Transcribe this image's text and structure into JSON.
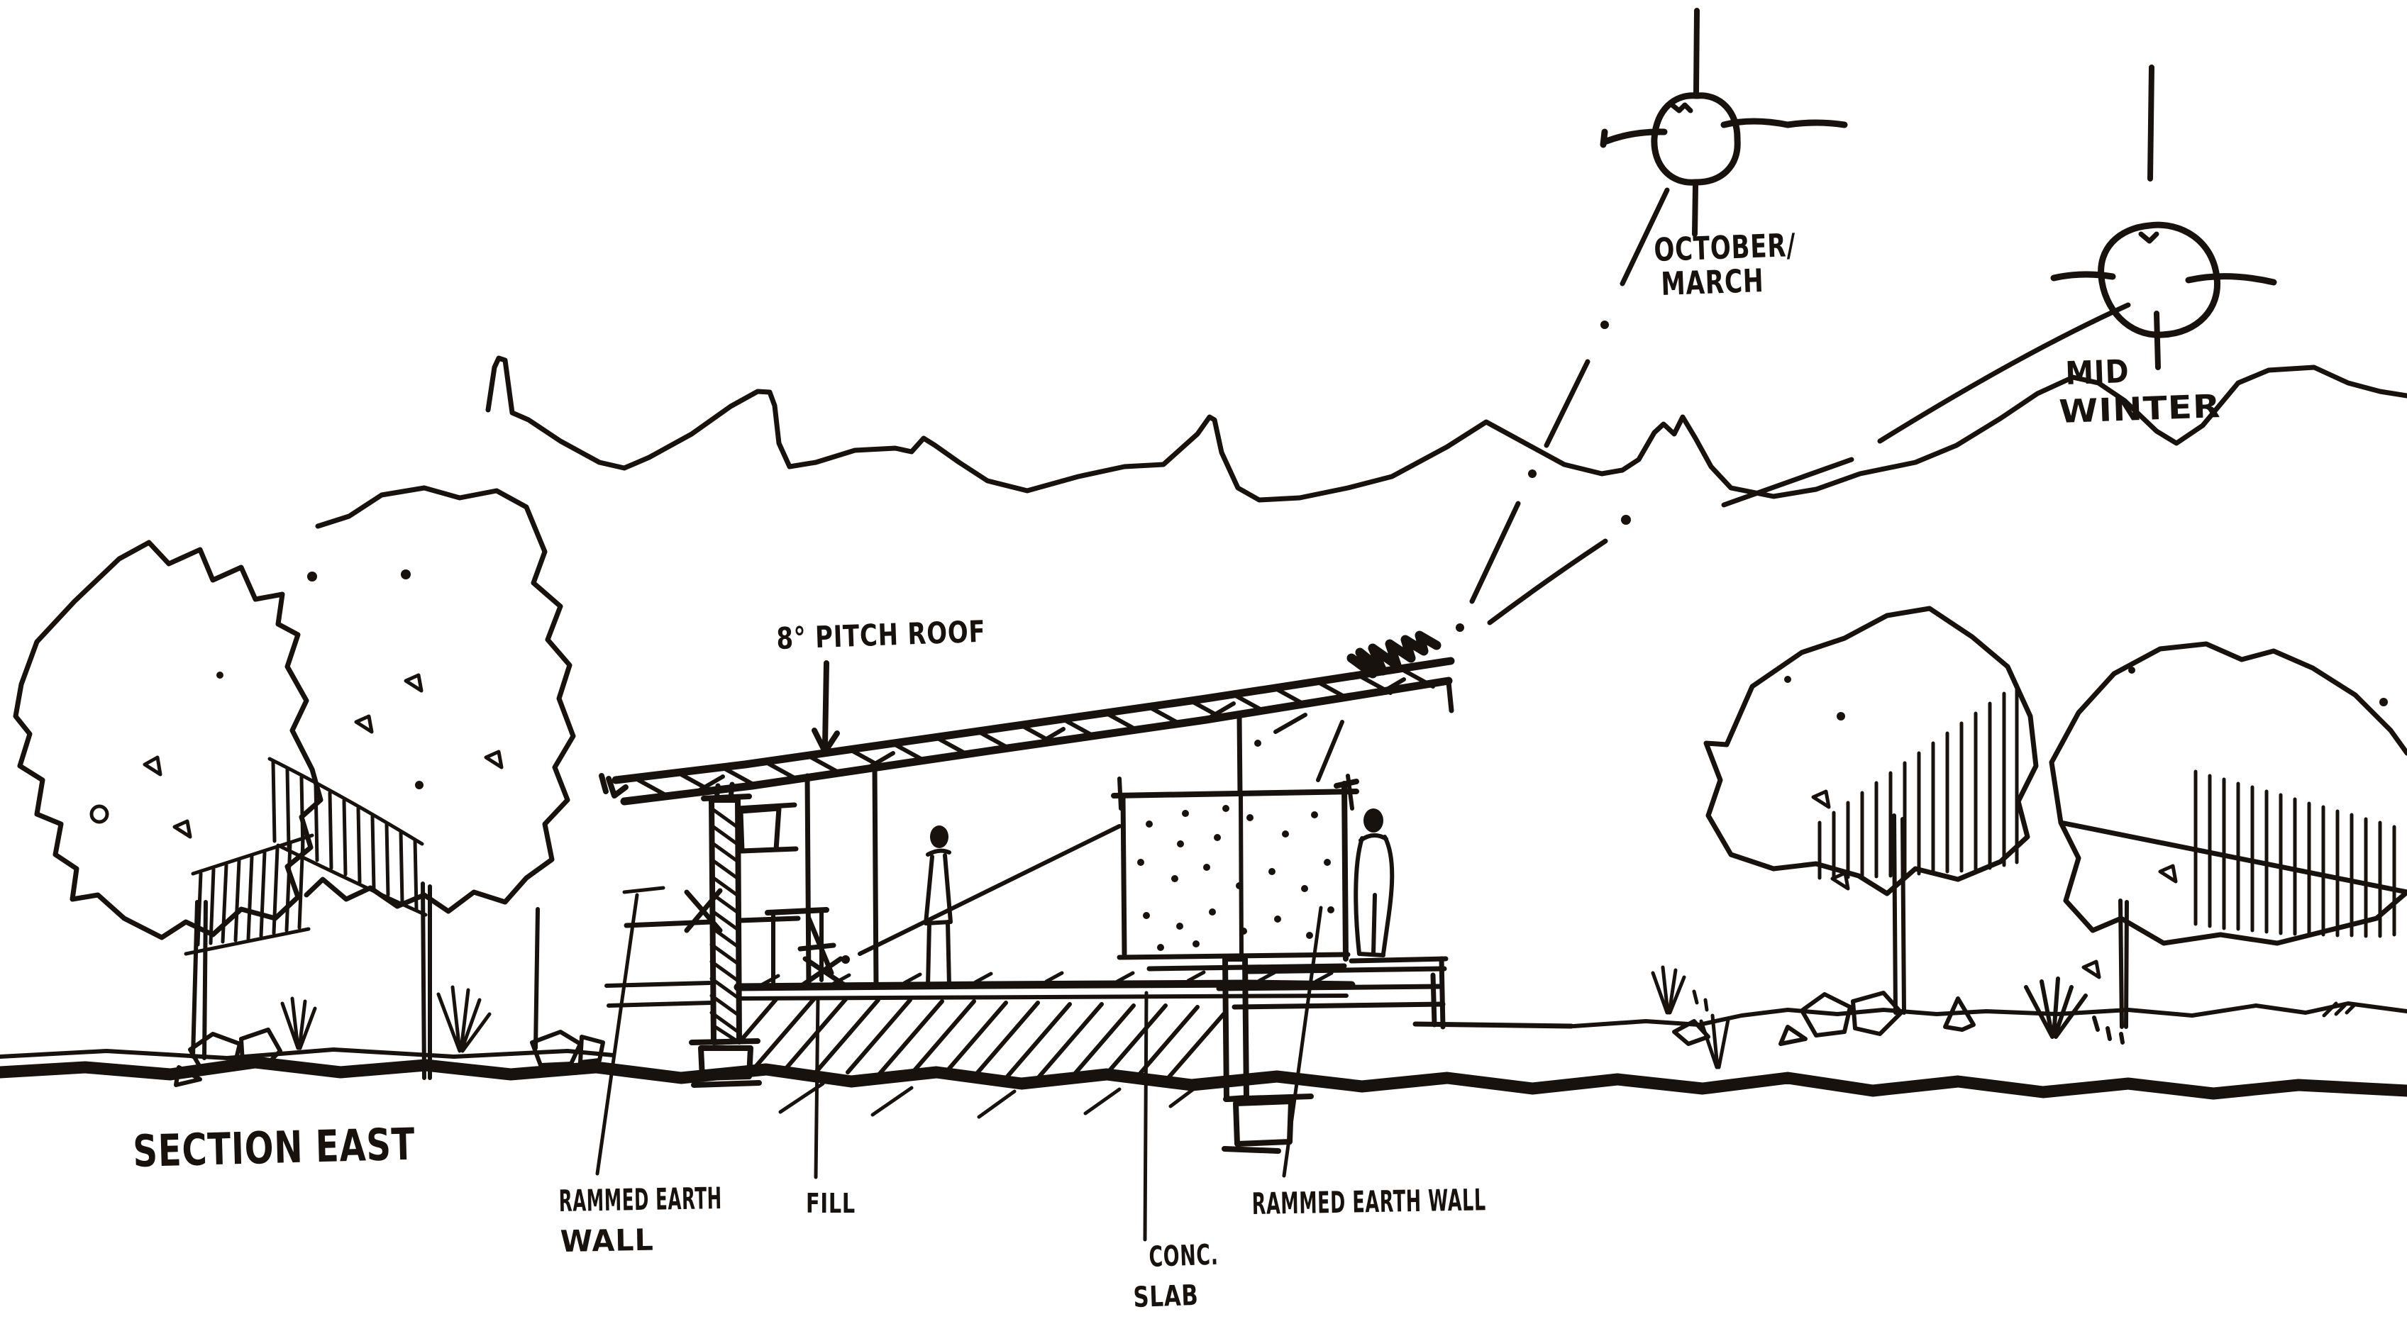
{
  "drawing": {
    "title": "SECTION EAST",
    "ink_color": "#17120e",
    "paper_color": "#ffffff"
  },
  "labels": {
    "section_title": "SECTION EAST",
    "roof_pitch": "8° PITCH ROOF",
    "sun_october_march_line1": "OCTOBER/",
    "sun_october_march_line2": "MARCH",
    "sun_mid_winter_line1": "MID",
    "sun_mid_winter_line2": "WINTER",
    "wall_left_line1": "RAMMED EARTH",
    "wall_left_line2": "WALL",
    "fill": "FILL",
    "slab_line1": "CONC.",
    "slab_line2": "SLAB",
    "wall_right": "RAMMED EARTH WALL"
  }
}
